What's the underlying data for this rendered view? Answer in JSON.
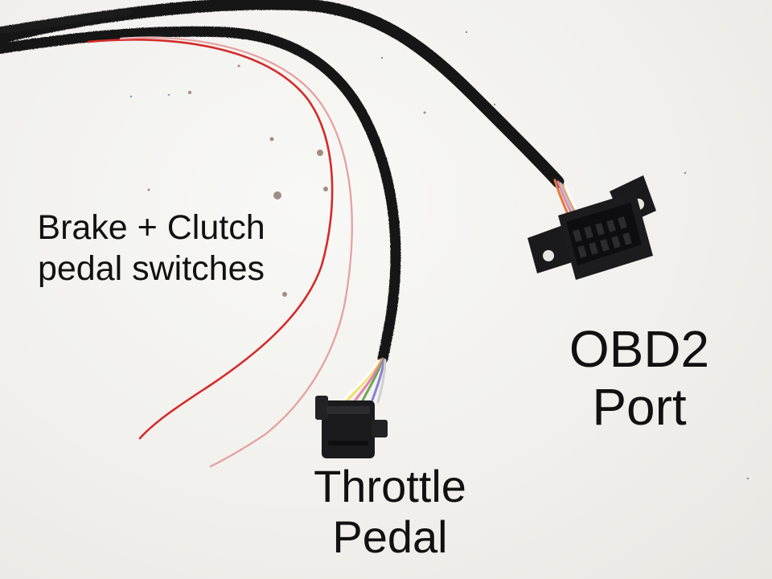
{
  "photo": {
    "subject": "wiring-harness",
    "background_color": "#f2f1ee"
  },
  "labels": {
    "pedal_switches": {
      "line1": "Brake + Clutch",
      "line2": "pedal switches"
    },
    "obd2_port": {
      "line1": "OBD2",
      "line2": "Port"
    },
    "throttle_pedal": {
      "line1": "Throttle",
      "line2": "Pedal"
    }
  },
  "colors": {
    "sleeve": "#141414",
    "connector": "#1b1b1d",
    "red_wire": "#d42a2a",
    "pink_wire": "#e6a3a3"
  }
}
